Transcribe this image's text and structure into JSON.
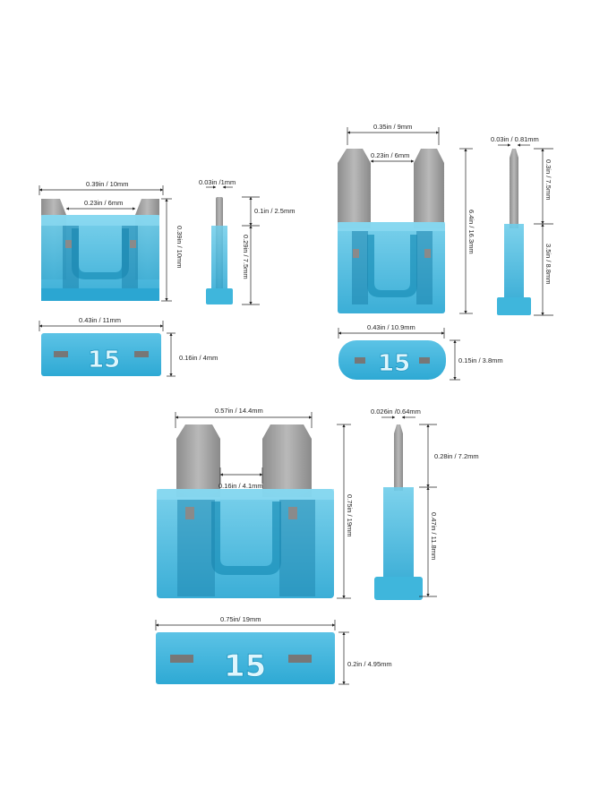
{
  "colors": {
    "fuse_body": "#3fb6dc",
    "fuse_body_light": "#7dd3ee",
    "fuse_body_dark": "#1a8fb8",
    "terminal_metal": "#9e9e9e",
    "terminal_metal_dark": "#7c7c7c",
    "dimension_line": "#222222"
  },
  "fuse_rating": "15",
  "low_profile_mini": {
    "front_width": "0.39in / 10mm",
    "terminal_gap": "0.23in / 6mm",
    "front_height": "0.39in / 10mm",
    "side_thickness": "0.03in /1mm",
    "side_top": "0.1in / 2.5mm",
    "side_bottom": "0.29in / 7.5mm",
    "top_width": "0.43in / 11mm",
    "top_depth": "0.16in / 4mm"
  },
  "mini": {
    "front_width": "0.35in / 9mm",
    "terminal_gap": "0.23in / 6mm",
    "front_height": "6.4in / 16.3mm",
    "side_thickness": "0.03in / 0.81mm",
    "side_top": "0.3in / 7.5mm",
    "side_bottom": "3.5in / 8.8mm",
    "top_width": "0.43in / 10.9mm",
    "top_depth": "0.15in / 3.8mm"
  },
  "standard": {
    "front_width": "0.57in / 14.4mm",
    "terminal_gap": "0.16in / 4.1mm",
    "front_height": "0.75in / 19mm",
    "side_thickness": "0.026in /0.64mm",
    "side_top": "0.28in / 7.2mm",
    "side_bottom": "0.47in / 11.8mm",
    "top_width": "0.75in/ 19mm",
    "top_depth": "0.2in / 4.95mm"
  }
}
